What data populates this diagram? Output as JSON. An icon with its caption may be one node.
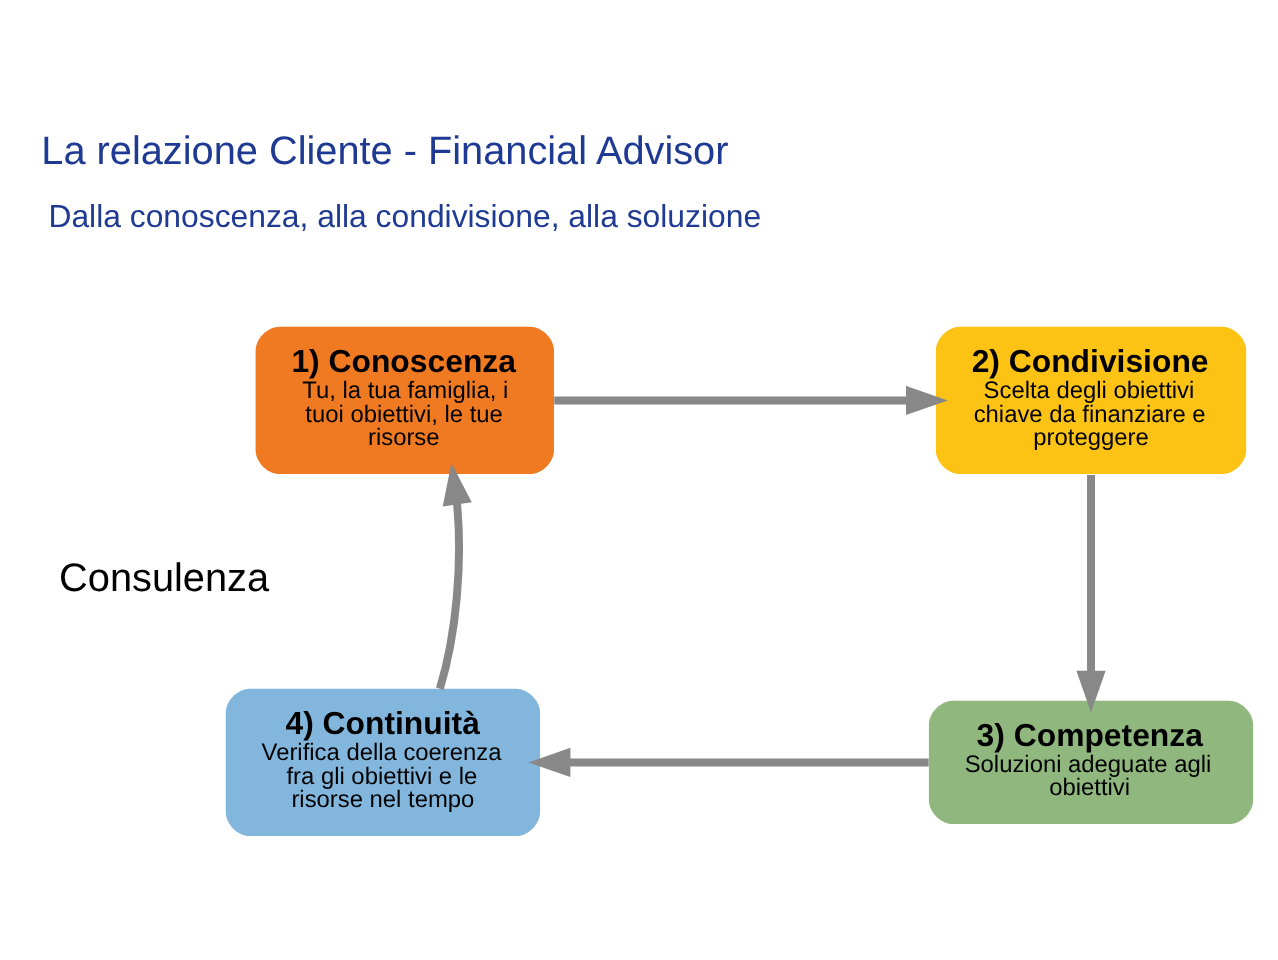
{
  "diagram": {
    "title": "La relazione Cliente - Financial Advisor",
    "nodes": [
      {
        "text": [
          "1) Conoscenza",
          "Tu, la tua famiglia, i tuoi obiettivi, le tue risorse"
        ]
      },
      {
        "text": [
          "2) Condivisione",
          "Scelta degli obiettivi chiave da finanziare e proteggere"
        ]
      },
      {
        "text": [
          "3) Competenza",
          "Soluzioni adeguate agli obiettivi"
        ]
      },
      {
        "text": [
          "4) Continuità",
          "Verifica della coerenza fra gli obiettivi e le risorse nel tempo"
        ]
      }
    ],
    "edges": [
      {
        "from": 0,
        "to": 1,
        "arrow": "to"
      },
      {
        "from": 1,
        "to": 2,
        "arrow": "to"
      },
      {
        "from": 2,
        "to": 3,
        "arrow": "to"
      },
      {
        "from": 3,
        "to": 0,
        "arrow": "to"
      }
    ],
    "labels": [
      "Dalla conoscenza, alla condivisione, alla soluzione",
      "Consulenza"
    ]
  }
}
